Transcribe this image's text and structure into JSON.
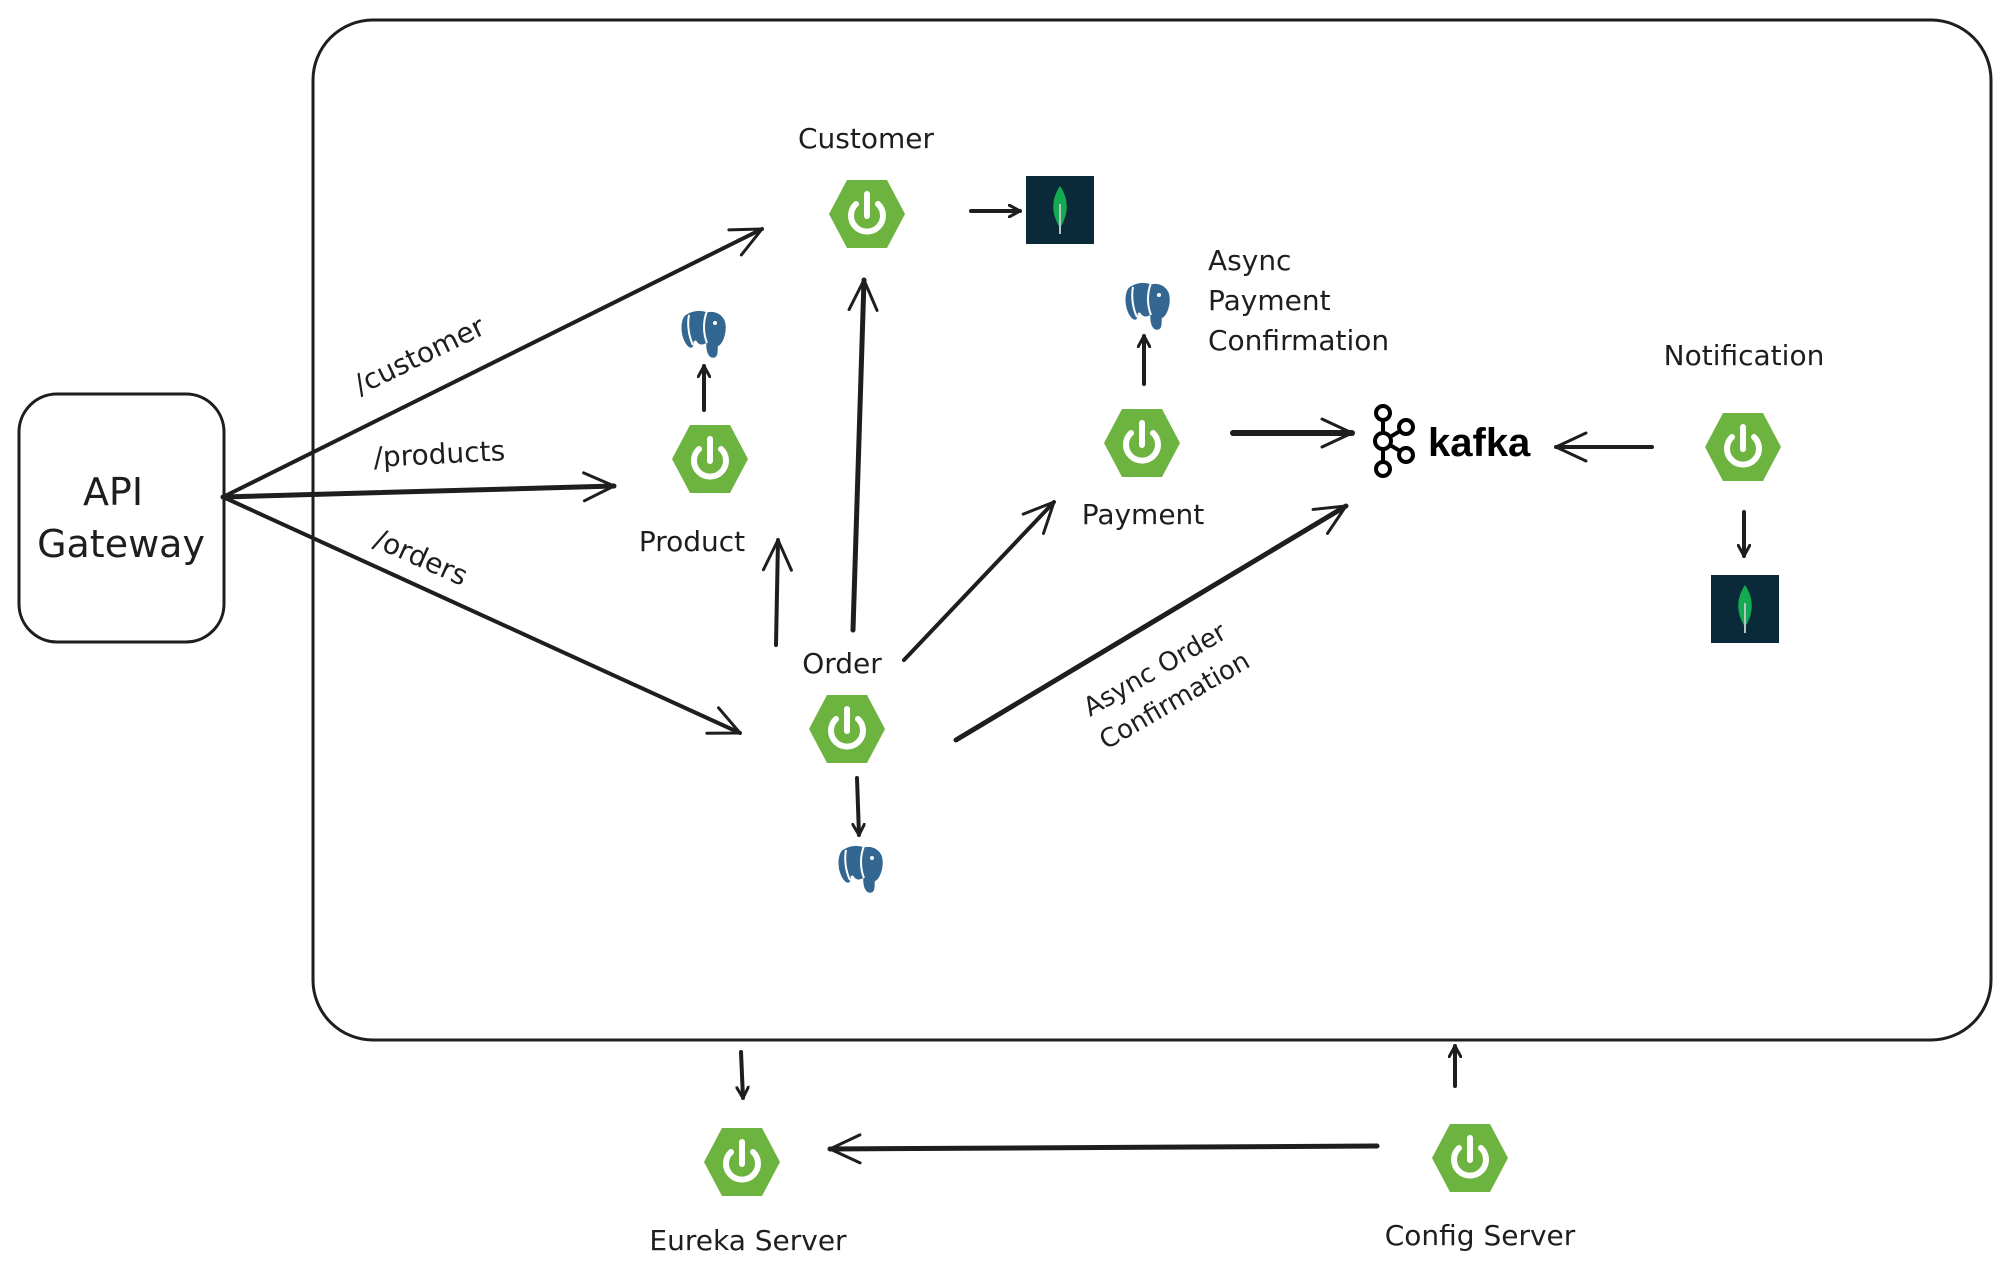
{
  "gateway": {
    "label_line1": "API",
    "label_line2": "Gateway"
  },
  "routes": {
    "customer": "/customer",
    "products": "/products",
    "orders": "/orders"
  },
  "services": {
    "customer": "Customer",
    "product": "Product",
    "order": "Order",
    "payment": "Payment",
    "notification": "Notification",
    "eureka": "Eureka Server",
    "config": "Config Server"
  },
  "messaging": {
    "broker": "kafka"
  },
  "annotations": {
    "async_payment_line1": "Async",
    "async_payment_line2": "Payment",
    "async_payment_line3": "Confirmation",
    "async_order_line1": "Async Order",
    "async_order_line2": "Confirmation"
  },
  "icons": {
    "service": "spring-boot-icon",
    "sql_db": "postgresql-icon",
    "doc_db": "mongodb-icon",
    "broker": "kafka-icon"
  },
  "colors": {
    "spring_green": "#6db33f",
    "postgres_blue": "#336791",
    "mongo_dark": "#0b2a39",
    "mongo_leaf": "#13aa52",
    "ink": "#1e1e1e"
  }
}
